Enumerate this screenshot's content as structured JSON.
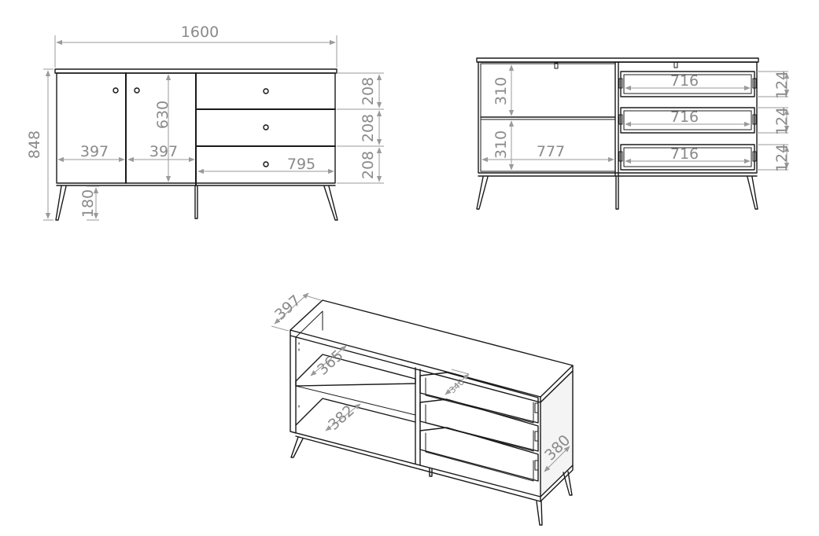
{
  "front_view": {
    "width": "1600",
    "height": "848",
    "door_width_left": "397",
    "door_width_right": "397",
    "door_height": "630",
    "drawer_width": "795",
    "drawer_height_1": "208",
    "drawer_height_2": "208",
    "drawer_height_3": "208",
    "leg_height": "180"
  },
  "rear_view": {
    "shelf_height_top": "310",
    "shelf_height_bottom": "310",
    "compartment_width": "777",
    "drawer_inner_width_1": "716",
    "drawer_inner_width_2": "716",
    "drawer_inner_width_3": "716",
    "drawer_inner_height_1": "124",
    "drawer_inner_height_2": "124",
    "drawer_inner_height_3": "124"
  },
  "iso_view": {
    "depth": "397",
    "shelf_depth_upper": "365",
    "shelf_depth_lower": "382",
    "drawer_depth": "340",
    "side_depth": "380"
  },
  "colors": {
    "line": "#1a1a1a",
    "dimension": "#9a9a9a"
  }
}
